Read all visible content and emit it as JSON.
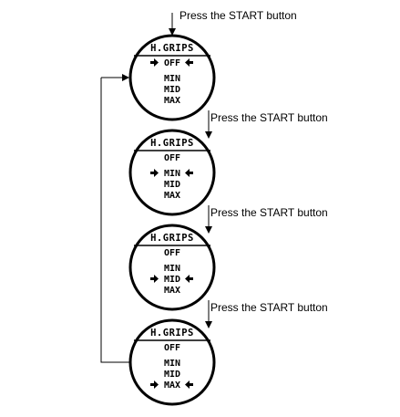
{
  "initial_instruction": "Press the START button",
  "screens": [
    {
      "title": "H.GRIPS",
      "options": [
        "OFF",
        "MIN",
        "MID",
        "MAX"
      ],
      "selected": "OFF",
      "next_instruction": "Press the START button"
    },
    {
      "title": "H.GRIPS",
      "options": [
        "OFF",
        "MIN",
        "MID",
        "MAX"
      ],
      "selected": "MIN",
      "next_instruction": "Press the START button"
    },
    {
      "title": "H.GRIPS",
      "options": [
        "OFF",
        "MIN",
        "MID",
        "MAX"
      ],
      "selected": "MID",
      "next_instruction": "Press the START button"
    },
    {
      "title": "H.GRIPS",
      "options": [
        "OFF",
        "MIN",
        "MID",
        "MAX"
      ],
      "selected": "MAX"
    }
  ]
}
